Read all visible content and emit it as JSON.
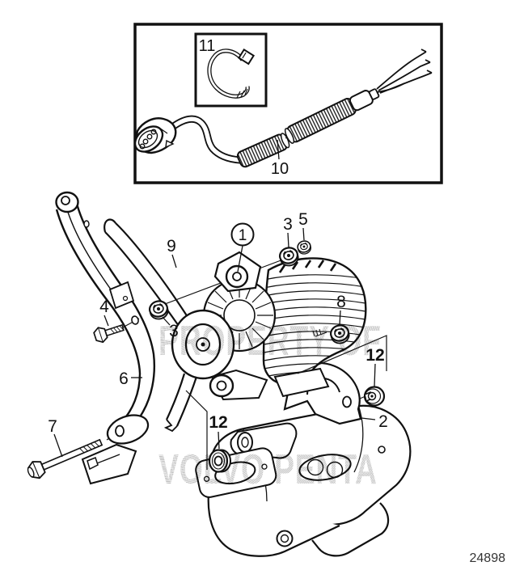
{
  "diagram": {
    "drawing_number": "24898",
    "watermark": {
      "line1": "PROPERTY OF",
      "line2": "VOLVO PENTA"
    },
    "colors": {
      "line": "#111111",
      "background": "#ffffff",
      "watermark": "#c9c9c9"
    },
    "inset_box": {
      "harness_label": "10",
      "cable_tie_label": "11"
    },
    "callouts": {
      "alternator": "1",
      "mounting_bracket": "2",
      "flange_nut_upper": "3",
      "flange_nut_front": "3",
      "bolt_adjust": "4",
      "nut_small": "5",
      "support_bracket": "6",
      "bolt_pivot": "7",
      "flange_nut_rear": "8",
      "drive_belt": "9",
      "washer_front": "12",
      "nut_bracket": "12"
    }
  }
}
